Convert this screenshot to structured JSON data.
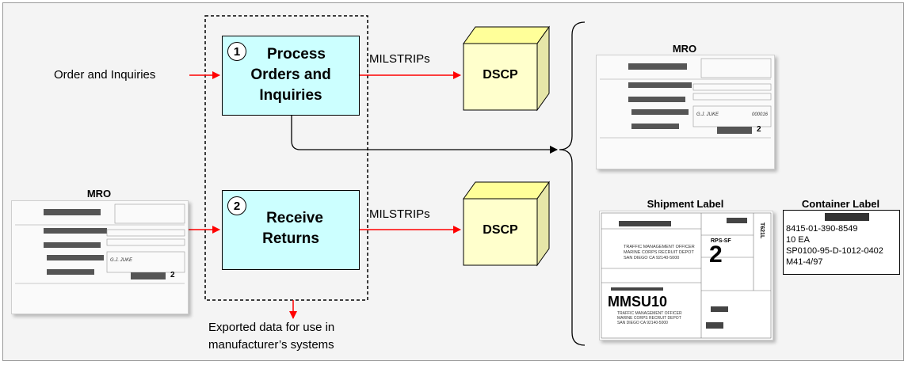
{
  "inputs": {
    "order_label": "Order and Inquiries"
  },
  "processes": [
    {
      "number": "1",
      "title_lines": [
        "Process",
        "Orders and",
        "Inquiries"
      ]
    },
    {
      "number": "2",
      "title_lines": [
        "Receive",
        "Returns"
      ]
    }
  ],
  "flows": {
    "milstrips_label_1": "MILSTRIPs",
    "milstrips_label_2": "MILSTRIPs"
  },
  "destinations": [
    {
      "label": "DSCP"
    },
    {
      "label": "DSCP"
    }
  ],
  "outputs": {
    "export_line1": "Exported data for use in",
    "export_line2": "manufacturer’s systems"
  },
  "documents": {
    "mro_left_heading": "MRO",
    "mro_right_heading": "MRO",
    "mro_number": "2",
    "mro_name": "G.J. JUKE",
    "mro_id": "000016",
    "shipment_heading": "Shipment Label",
    "shipment_big_text": "MMSU10",
    "shipment_sub_lines": [
      "TRAFFIC MANAGEMENT OFFICER",
      "MARINE CORPS RECRUIT DEPOT",
      "SAN DIEGO CA 92140-5000"
    ],
    "shipment_priority": "2",
    "shipment_code": "RPS-SF",
    "shipment_side": "T621L",
    "container_heading": "Container Label",
    "container_lines": [
      "8415-01-390-8549",
      "10 EA",
      "SP0100-95-D-1012-0402",
      "M41-4/97"
    ]
  },
  "colors": {
    "process_fill": "#ccffff",
    "arrow": "#ff0000",
    "cube_front": "#ffffcc",
    "cube_top": "#ffff99",
    "cube_side": "#e6e6a8"
  }
}
